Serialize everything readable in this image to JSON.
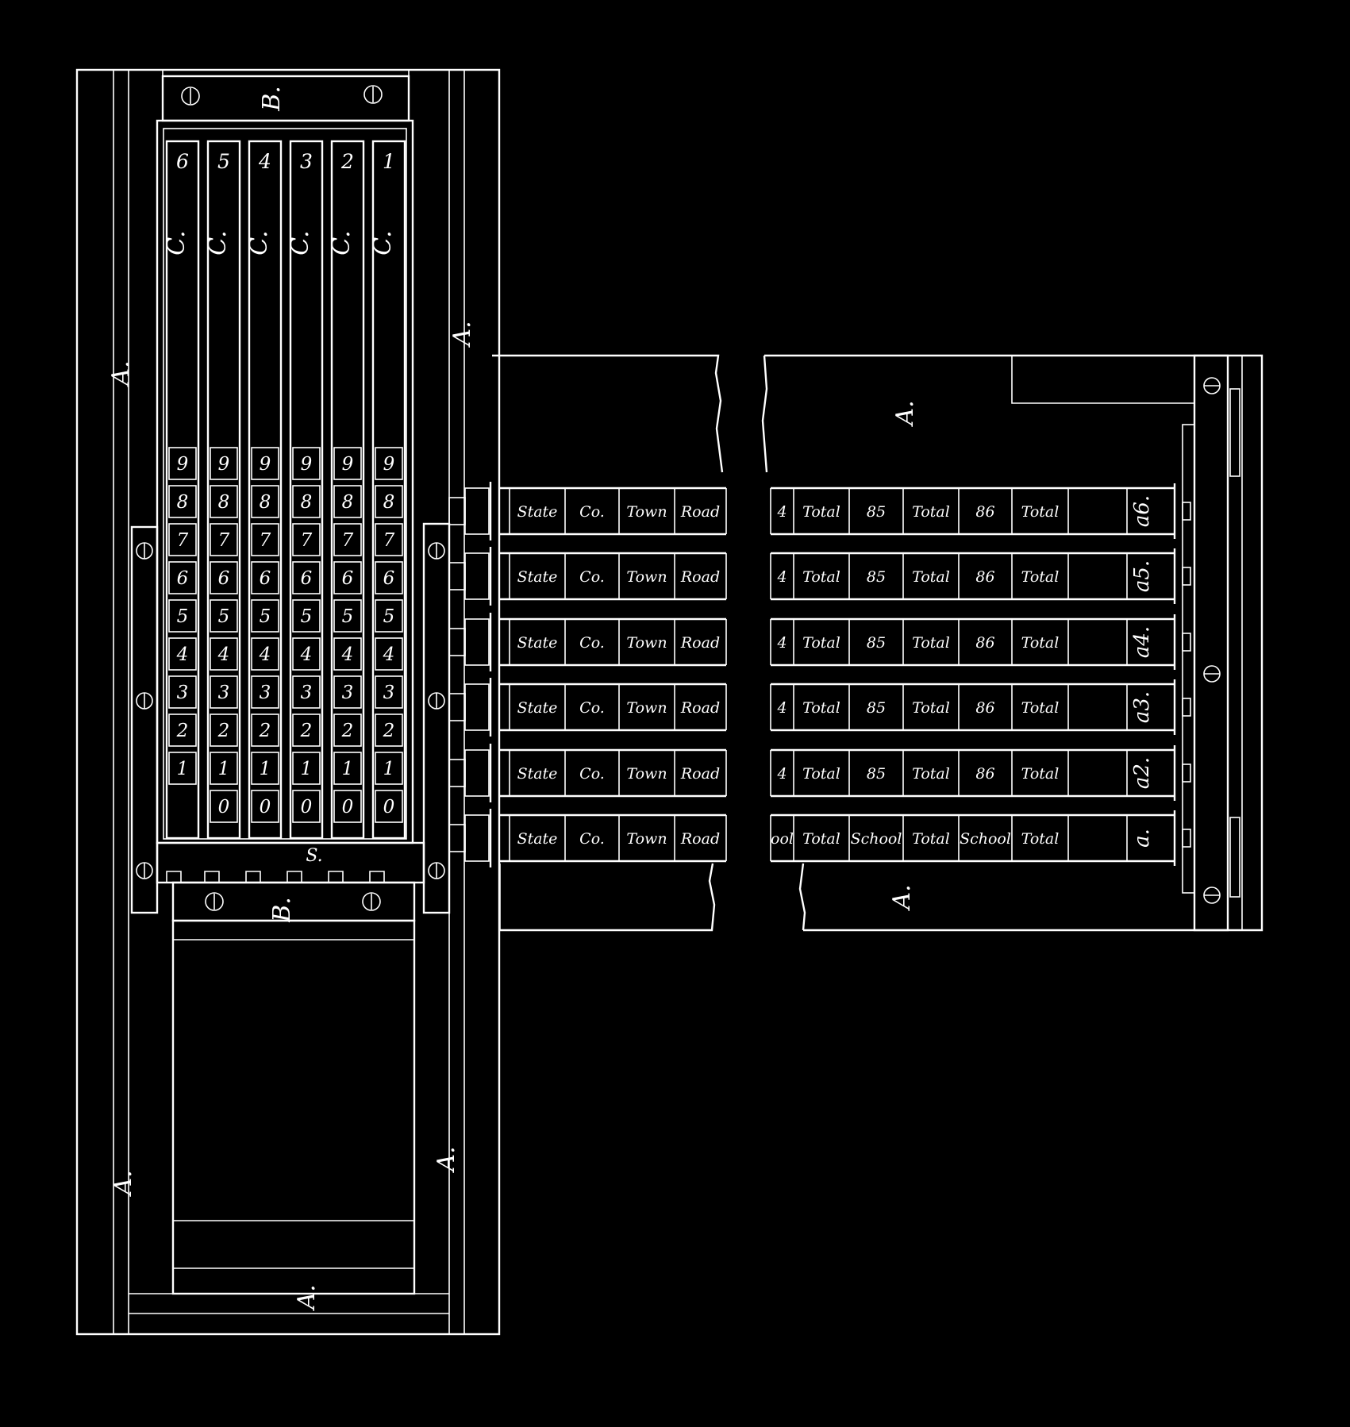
{
  "labels": {
    "a": "A.",
    "b": "B.",
    "c": "C.",
    "s": "S.",
    "small_a": "a"
  },
  "column_numbers": [
    "6",
    "5",
    "4",
    "3",
    "2",
    "1"
  ],
  "digits": [
    "9",
    "8",
    "7",
    "6",
    "5",
    "4",
    "3",
    "2",
    "1",
    "0"
  ],
  "row_marks": [
    "6",
    "5",
    "4",
    "3",
    "2",
    ""
  ],
  "rows": [
    {
      "left": [
        "State",
        "Co.",
        "Town",
        "Road"
      ],
      "right": [
        "4",
        "Total",
        "85",
        "Total",
        "86",
        "Total"
      ]
    },
    {
      "left": [
        "State",
        "Co.",
        "Town",
        "Road"
      ],
      "right": [
        "4",
        "Total",
        "85",
        "Total",
        "86",
        "Total"
      ]
    },
    {
      "left": [
        "State",
        "Co.",
        "Town",
        "Road"
      ],
      "right": [
        "4",
        "Total",
        "85",
        "Total",
        "86",
        "Total"
      ]
    },
    {
      "left": [
        "State",
        "Co.",
        "Town",
        "Road"
      ],
      "right": [
        "4",
        "Total",
        "85",
        "Total",
        "86",
        "Total"
      ]
    },
    {
      "left": [
        "State",
        "Co.",
        "Town",
        "Road"
      ],
      "right": [
        "4",
        "Total",
        "85",
        "Total",
        "86",
        "Total"
      ]
    },
    {
      "left": [
        "State",
        "Co.",
        "Town",
        "Road"
      ],
      "right": [
        "ool",
        "Total",
        "School",
        "Total",
        "School",
        "Total"
      ]
    }
  ]
}
